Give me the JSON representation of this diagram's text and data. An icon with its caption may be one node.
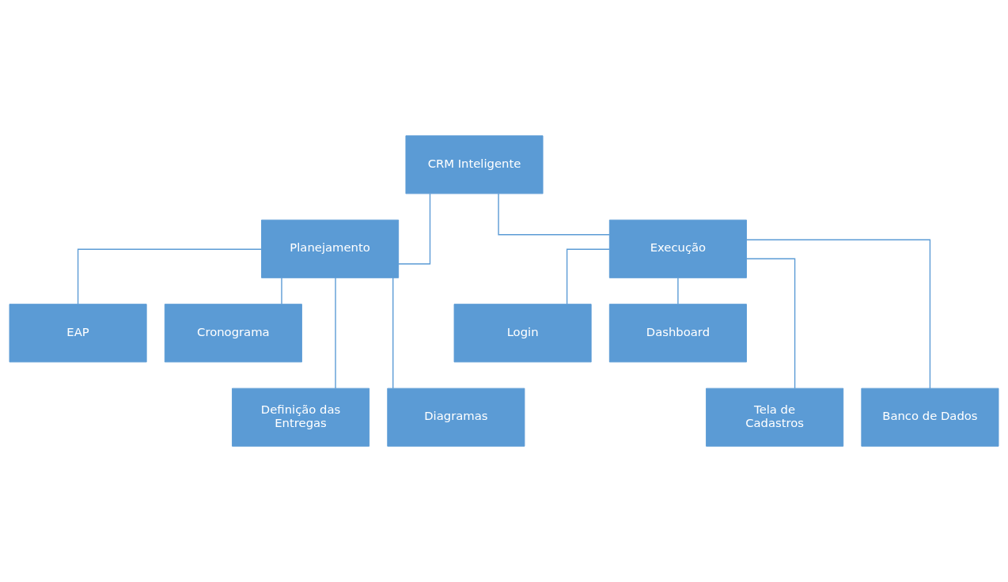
{
  "diagram": {
    "nodes": [
      {
        "text": [
          "CRM Inteligente"
        ]
      },
      {
        "text": [
          "Planejamento"
        ]
      },
      {
        "text": [
          "Execução"
        ]
      },
      {
        "text": [
          "EAP"
        ]
      },
      {
        "text": [
          "Cronograma"
        ]
      },
      {
        "text": [
          "Login"
        ]
      },
      {
        "text": [
          "Dashboard"
        ]
      },
      {
        "text": [
          "Definição das Entregas"
        ]
      },
      {
        "text": [
          "Diagramas"
        ]
      },
      {
        "text": [
          "Tela de Cadastros"
        ]
      },
      {
        "text": [
          "Banco de Dados"
        ]
      }
    ],
    "edges": [
      {
        "from": 0,
        "to": 1,
        "arrow": "none"
      },
      {
        "from": 0,
        "to": 2,
        "arrow": "none"
      },
      {
        "from": 1,
        "to": 3,
        "arrow": "none"
      },
      {
        "from": 1,
        "to": 4,
        "arrow": "none"
      },
      {
        "from": 1,
        "to": 7,
        "arrow": "none"
      },
      {
        "from": 1,
        "to": 8,
        "arrow": "none"
      },
      {
        "from": 2,
        "to": 5,
        "arrow": "none"
      },
      {
        "from": 2,
        "to": 6,
        "arrow": "none"
      },
      {
        "from": 2,
        "to": 9,
        "arrow": "none"
      },
      {
        "from": 2,
        "to": 10,
        "arrow": "none"
      }
    ]
  }
}
